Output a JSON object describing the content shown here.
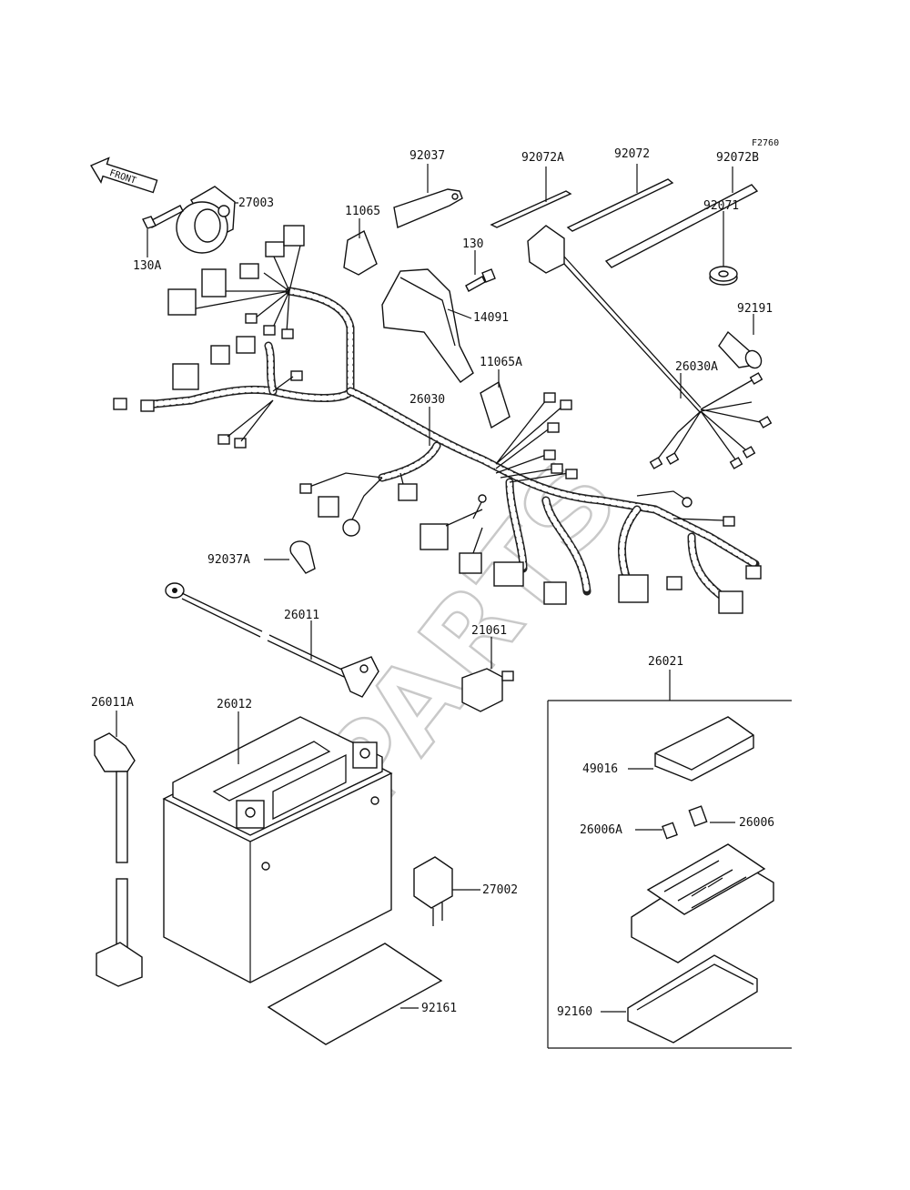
{
  "diagram": {
    "ref_code": "F2760",
    "front_label": "FRONT",
    "watermark": "XPARTS",
    "labels": {
      "l92037": "92037",
      "l92072A": "92072A",
      "l92072": "92072",
      "l92072B": "92072B",
      "l27003": "27003",
      "l11065": "11065",
      "l130": "130",
      "l92071": "92071",
      "l130A": "130A",
      "l14091": "14091",
      "l92191": "92191",
      "l11065A": "11065A",
      "l26030A": "26030A",
      "l26030": "26030",
      "l92037A": "92037A",
      "l26011": "26011",
      "l21061": "21061",
      "l26021": "26021",
      "l26011A": "26011A",
      "l26012": "26012",
      "l49016": "49016",
      "l26006A": "26006A",
      "l26006": "26006",
      "l27002": "27002",
      "l92161": "92161",
      "l92160": "92160"
    }
  }
}
